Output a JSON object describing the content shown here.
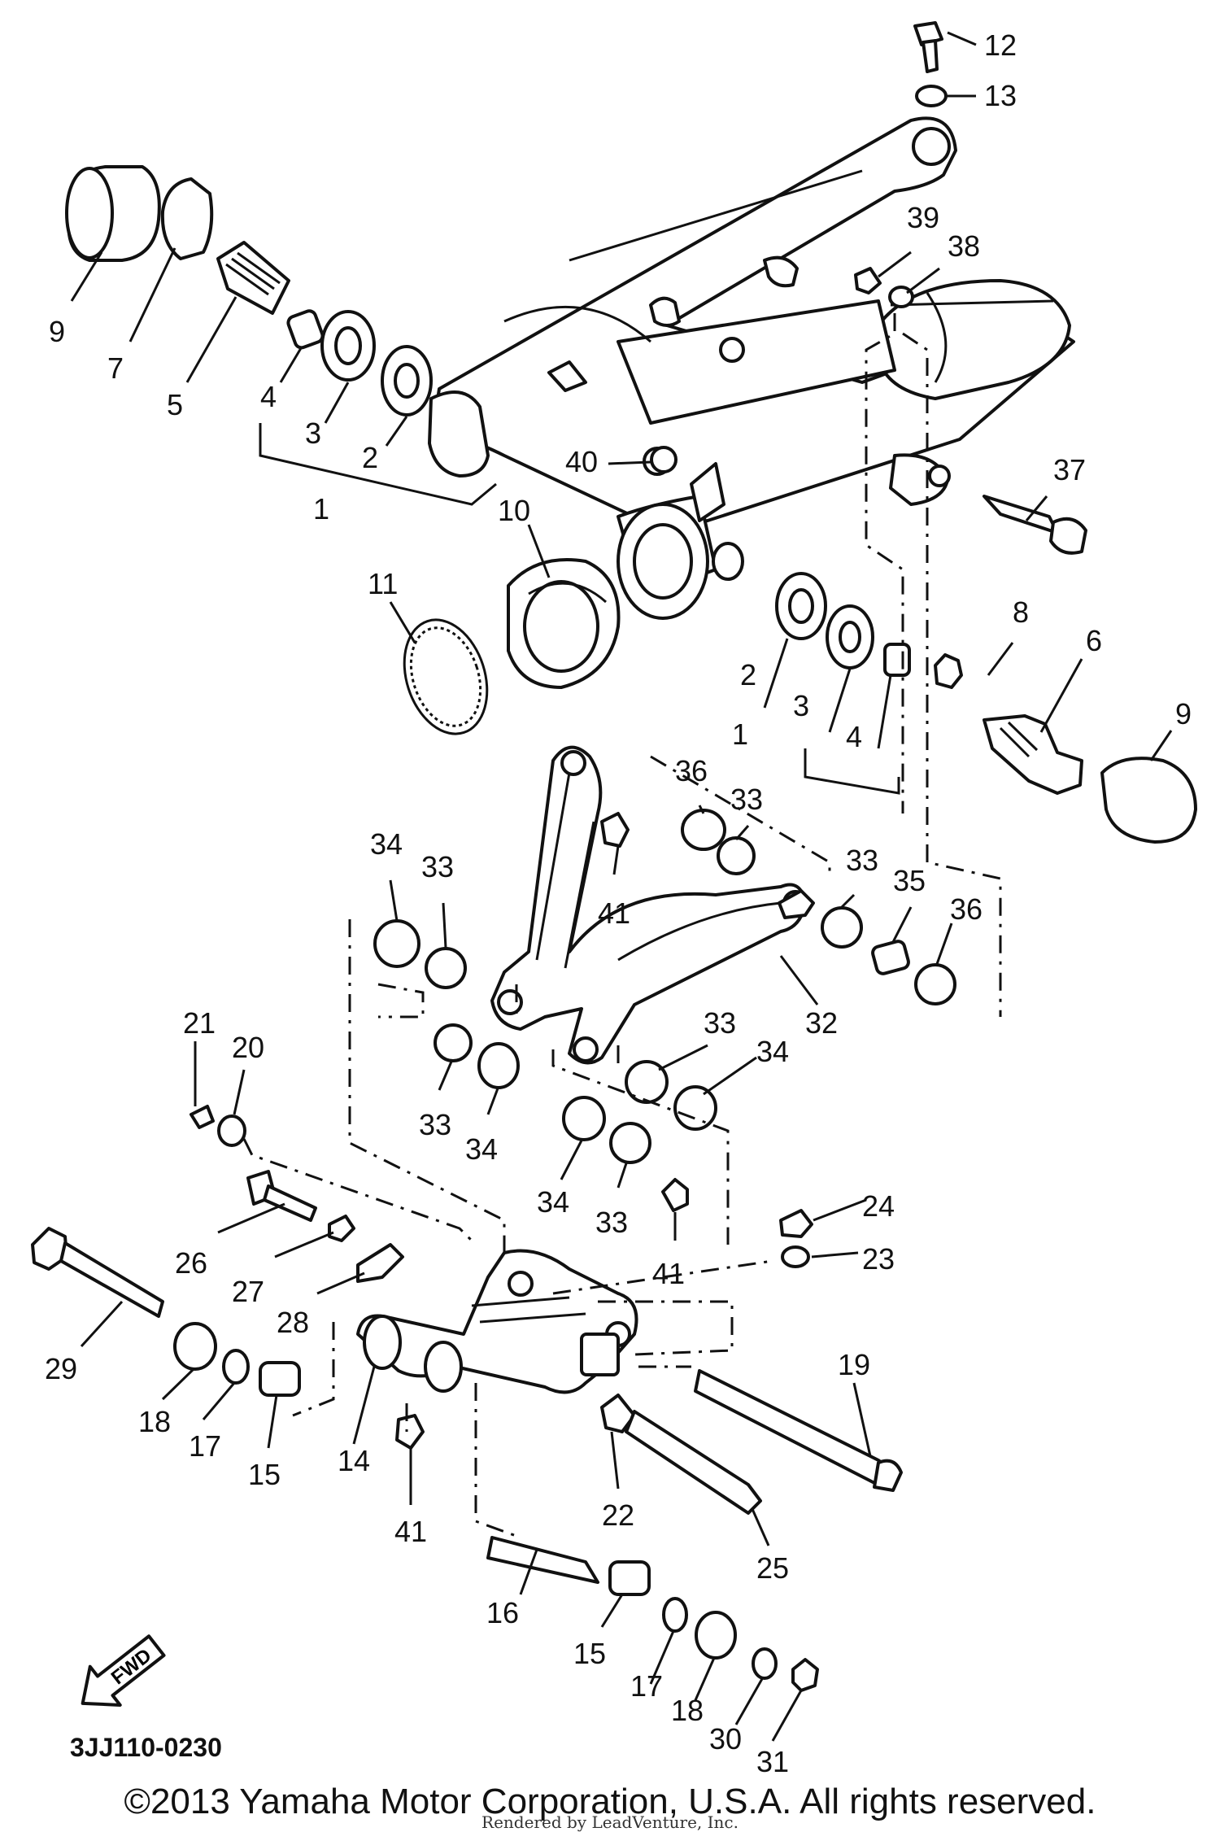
{
  "diagram": {
    "code": "3JJ110-0230",
    "copyright": "©2013 Yamaha Motor Corporation, U.S.A. All rights reserved.",
    "rendered_by": "Rendered by LeadVenture, Inc.",
    "direction_label": "FWD"
  },
  "callouts": [
    {
      "id": "c12",
      "text": "12"
    },
    {
      "id": "c13",
      "text": "13"
    },
    {
      "id": "c39",
      "text": "39"
    },
    {
      "id": "c38",
      "text": "38"
    },
    {
      "id": "c9a",
      "text": "9"
    },
    {
      "id": "c7",
      "text": "7"
    },
    {
      "id": "c5",
      "text": "5"
    },
    {
      "id": "c4a",
      "text": "4"
    },
    {
      "id": "c3a",
      "text": "3"
    },
    {
      "id": "c2a",
      "text": "2"
    },
    {
      "id": "c1a",
      "text": "1"
    },
    {
      "id": "c40",
      "text": "40"
    },
    {
      "id": "c37",
      "text": "37"
    },
    {
      "id": "c10",
      "text": "10"
    },
    {
      "id": "c11",
      "text": "11"
    },
    {
      "id": "c8",
      "text": "8"
    },
    {
      "id": "c6",
      "text": "6"
    },
    {
      "id": "c9b",
      "text": "9"
    },
    {
      "id": "c2b",
      "text": "2"
    },
    {
      "id": "c3b",
      "text": "3"
    },
    {
      "id": "c4b",
      "text": "4"
    },
    {
      "id": "c1b",
      "text": "1"
    },
    {
      "id": "c36a",
      "text": "36"
    },
    {
      "id": "c33a",
      "text": "33"
    },
    {
      "id": "c41a",
      "text": "41"
    },
    {
      "id": "c34a",
      "text": "34"
    },
    {
      "id": "c33b",
      "text": "33"
    },
    {
      "id": "c33c",
      "text": "33"
    },
    {
      "id": "c35",
      "text": "35"
    },
    {
      "id": "c36b",
      "text": "36"
    },
    {
      "id": "c32",
      "text": "32"
    },
    {
      "id": "c21",
      "text": "21"
    },
    {
      "id": "c20",
      "text": "20"
    },
    {
      "id": "c33d",
      "text": "33"
    },
    {
      "id": "c34b",
      "text": "34"
    },
    {
      "id": "c33e",
      "text": "33"
    },
    {
      "id": "c34c",
      "text": "34"
    },
    {
      "id": "c34d",
      "text": "34"
    },
    {
      "id": "c33f",
      "text": "33"
    },
    {
      "id": "c41b",
      "text": "41"
    },
    {
      "id": "c24",
      "text": "24"
    },
    {
      "id": "c23",
      "text": "23"
    },
    {
      "id": "c26",
      "text": "26"
    },
    {
      "id": "c27",
      "text": "27"
    },
    {
      "id": "c28",
      "text": "28"
    },
    {
      "id": "c29",
      "text": "29"
    },
    {
      "id": "c18a",
      "text": "18"
    },
    {
      "id": "c17a",
      "text": "17"
    },
    {
      "id": "c15a",
      "text": "15"
    },
    {
      "id": "c14",
      "text": "14"
    },
    {
      "id": "c41c",
      "text": "41"
    },
    {
      "id": "c19",
      "text": "19"
    },
    {
      "id": "c22",
      "text": "22"
    },
    {
      "id": "c25",
      "text": "25"
    },
    {
      "id": "c16",
      "text": "16"
    },
    {
      "id": "c15b",
      "text": "15"
    },
    {
      "id": "c17b",
      "text": "17"
    },
    {
      "id": "c18b",
      "text": "18"
    },
    {
      "id": "c30",
      "text": "30"
    },
    {
      "id": "c31",
      "text": "31"
    }
  ]
}
